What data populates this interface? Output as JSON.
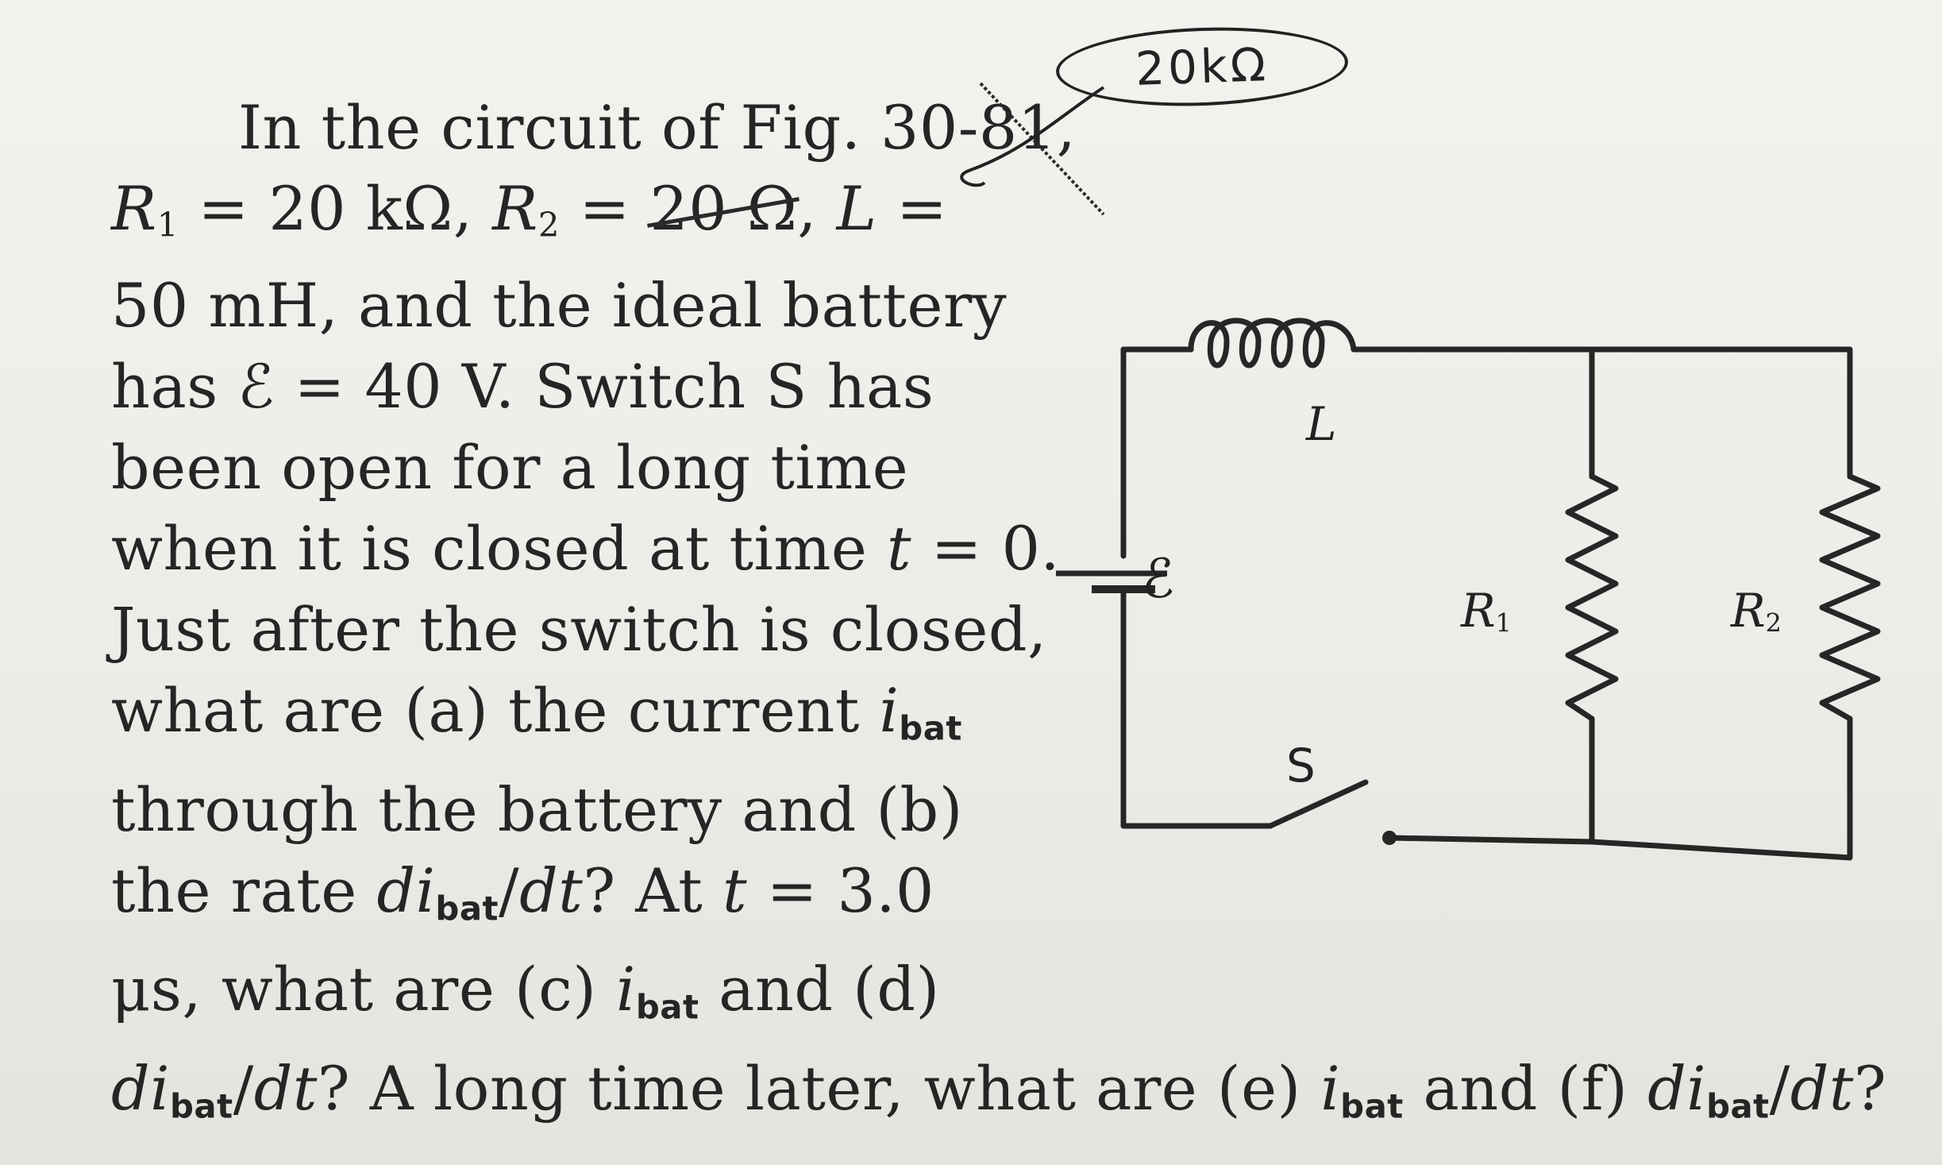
{
  "problem": {
    "lines": [
      "In the circuit of Fig. 30-81,",
      [
        "R",
        "1",
        " = 20 kΩ, ",
        "R",
        "2",
        " = ",
        "20 Ω",
        ", ",
        "L",
        " ="
      ],
      "50 mH, and the ideal battery",
      "has ℰ = 40 V. Switch S has",
      "been open for a long time",
      [
        "when it is closed at time ",
        "t",
        " = 0."
      ],
      "Just after the switch is closed,",
      [
        "what are (a) the current ",
        "i",
        "bat"
      ],
      "through the battery and (b)",
      [
        "the rate ",
        "di",
        "bat",
        "/",
        "dt",
        "? At ",
        "t",
        " = 3.0"
      ],
      [
        "μs, what are (c) ",
        "i",
        "bat",
        " and (d)"
      ],
      [
        "di",
        "bat",
        "/",
        "dt",
        "? A long time later, what are (e) ",
        "i",
        "bat",
        " and (f) ",
        "di",
        "bat",
        "/",
        "dt",
        "?"
      ]
    ]
  },
  "annotation": {
    "handwritten_note": "20kΩ"
  },
  "figure": {
    "inductor_label": "L",
    "battery_label": "ℰ",
    "r1_label": "R",
    "r1_sub": "1",
    "r2_label": "R",
    "r2_sub": "2",
    "switch_label": "S"
  }
}
